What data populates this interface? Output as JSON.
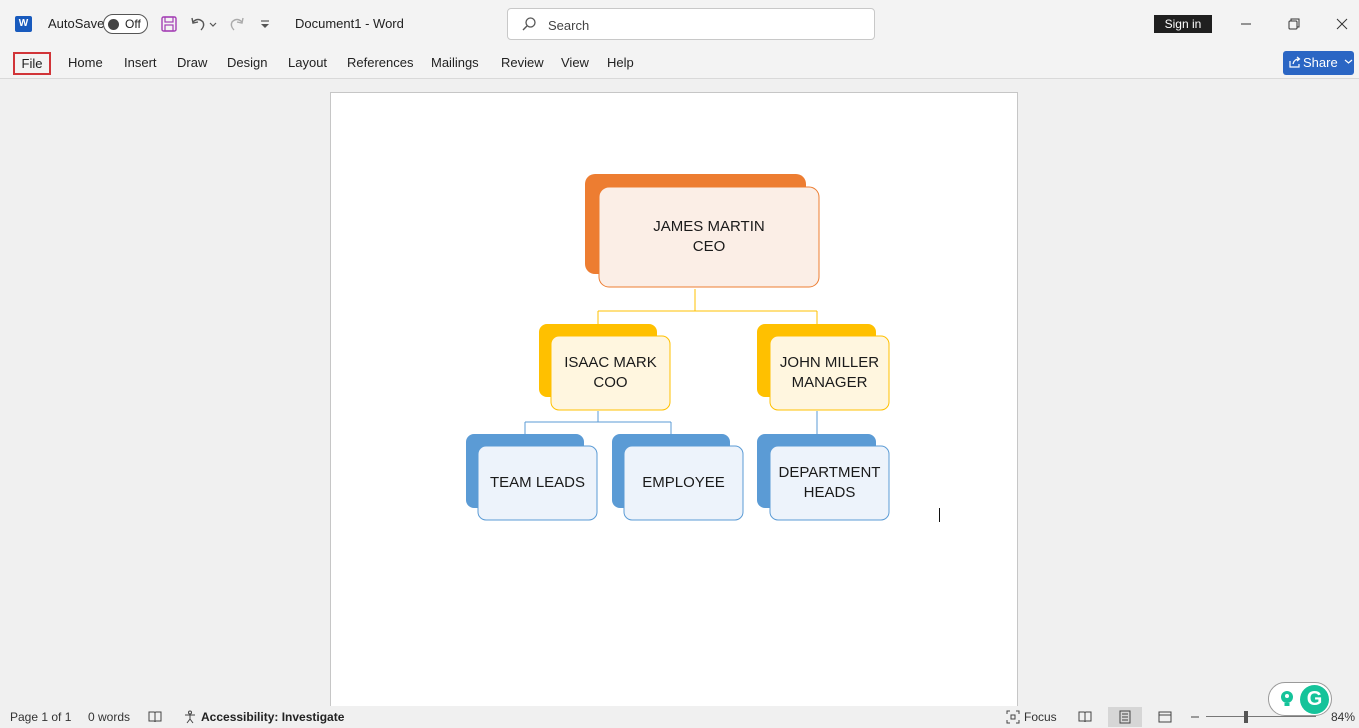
{
  "window": {
    "app_logo": "W",
    "autosave_label": "AutoSave",
    "autosave_state": "Off",
    "doc_title": "Document1  -  Word",
    "search_placeholder": "Search",
    "signin_label": "Sign in"
  },
  "menu": {
    "file": "File",
    "items": [
      "Home",
      "Insert",
      "Draw",
      "Design",
      "Layout",
      "References",
      "Mailings",
      "Review",
      "View",
      "Help"
    ],
    "share_label": "Share"
  },
  "orgchart": {
    "ceo": {
      "line1": "JAMES MARTIN",
      "line2": "CEO"
    },
    "coo": {
      "line1": "ISAAC MARK",
      "line2": "COO"
    },
    "manager": {
      "line1": "JOHN MILLER",
      "line2": "MANAGER"
    },
    "team_leads": {
      "line1": "TEAM LEADS"
    },
    "employee": {
      "line1": "EMPLOYEE"
    },
    "dept_heads": {
      "line1": "DEPARTMENT",
      "line2": "HEADS"
    },
    "colors": {
      "level1_back": "#ed7d31",
      "level1_front": "#fbeee6",
      "level1_border": "#ed7d31",
      "level2_back": "#ffc000",
      "level2_front": "#fff6df",
      "level2_border": "#ffc000",
      "level3_back": "#5b9bd5",
      "level3_front": "#edf3fb",
      "level3_border": "#5b9bd5"
    }
  },
  "status": {
    "page": "Page 1 of 1",
    "words": "0 words",
    "accessibility": "Accessibility: Investigate",
    "focus": "Focus",
    "zoom": "84%"
  }
}
